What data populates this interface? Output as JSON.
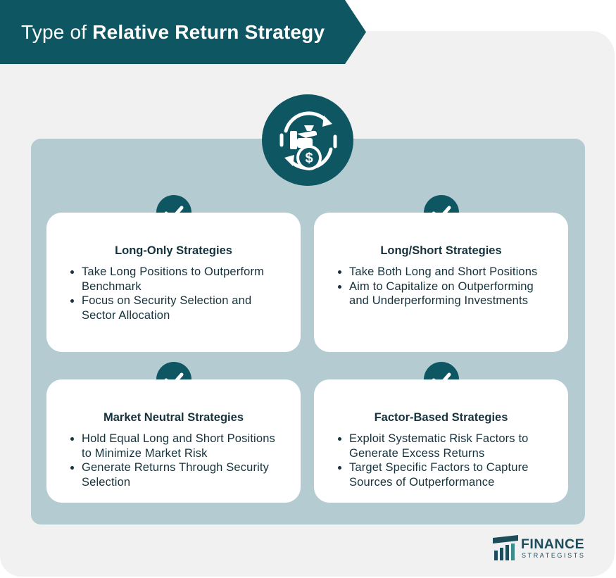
{
  "header": {
    "title_regular": "Type of ",
    "title_bold": "Relative Return Strategy"
  },
  "hero_icon": "money-bag-cycle-icon",
  "cards": [
    {
      "title": "Long-Only Strategies",
      "bullets": [
        "Take Long Positions to Outperform Benchmark",
        "Focus on Security Selection and Sector Allocation"
      ]
    },
    {
      "title": "Long/Short Strategies",
      "bullets": [
        "Take Both Long and Short Positions",
        "Aim to Capitalize on Outperforming and Underperforming Investments"
      ]
    },
    {
      "title": "Market Neutral Strategies",
      "bullets": [
        "Hold Equal Long and Short Positions to Minimize Market Risk",
        "Generate Returns Through Security Selection"
      ]
    },
    {
      "title": "Factor-Based Strategies",
      "bullets": [
        "Exploit Systematic Risk Factors to Generate Excess Returns",
        "Target Specific Factors to Capture Sources of Outperformance"
      ]
    }
  ],
  "logo": {
    "line1": "FINANCE",
    "line2": "STRATEGISTS"
  },
  "colors": {
    "brand_teal": "#0f5663",
    "panel_bg": "#f1f1f1",
    "inner_panel": "#b3cbd1",
    "text_dark": "#16323c"
  }
}
